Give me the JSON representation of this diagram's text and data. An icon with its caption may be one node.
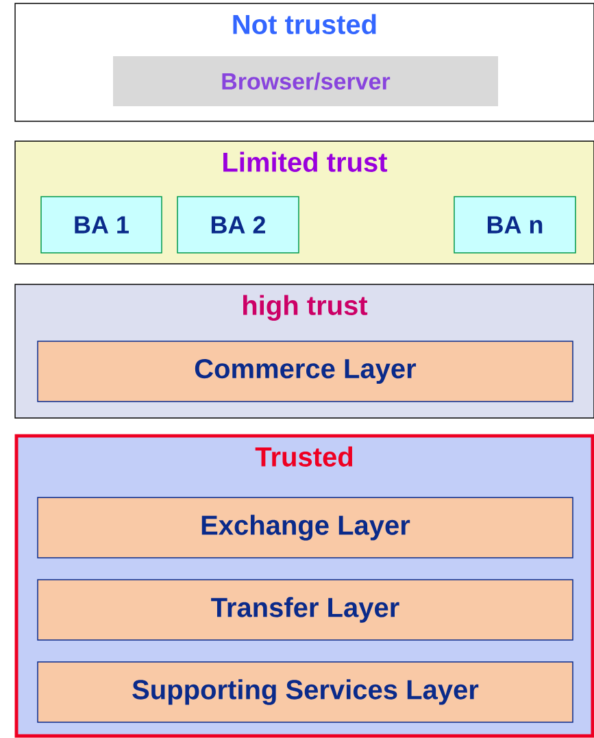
{
  "diagram": {
    "nodes": [
      {
        "text": [
          "Not trusted"
        ]
      },
      {
        "text": [
          "Browser/server"
        ],
        "in": 0
      },
      {
        "text": [
          "Limited trust"
        ]
      },
      {
        "text": [
          "BA 1"
        ],
        "in": 2
      },
      {
        "text": [
          "BA 2"
        ],
        "in": 2
      },
      {
        "text": [
          "BA n"
        ],
        "in": 2
      },
      {
        "text": [
          "high trust"
        ]
      },
      {
        "text": [
          "Commerce Layer"
        ],
        "in": 6
      },
      {
        "text": [
          "Trusted"
        ]
      },
      {
        "text": [
          "Exchange Layer"
        ],
        "in": 8
      },
      {
        "text": [
          "Transfer Layer"
        ],
        "in": 8
      },
      {
        "text": [
          "Supporting Services Layer"
        ],
        "in": 8
      }
    ]
  }
}
